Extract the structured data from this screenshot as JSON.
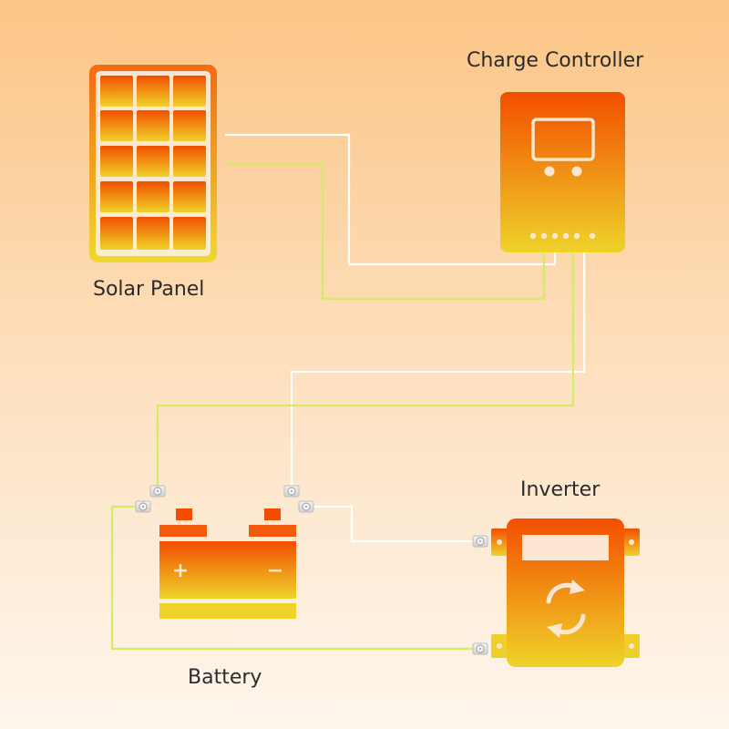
{
  "labels": {
    "solar_panel": "Solar Panel",
    "charge_controller": "Charge Controller",
    "battery": "Battery",
    "inverter": "Inverter"
  },
  "battery_terminals": {
    "positive": "+",
    "negative": "−"
  },
  "colors": {
    "component_top": "#f24e00",
    "component_bottom": "#efd32a",
    "wire_white": "#ffffff",
    "wire_green": "#d3ec65"
  },
  "icons": {
    "solar_panel": "solar-panel-icon",
    "charge_controller": "charge-controller-icon",
    "battery": "battery-icon",
    "inverter": "inverter-icon",
    "inverter_symbol": "refresh-cycle-icon",
    "terminal": "bolt-terminal-icon"
  }
}
